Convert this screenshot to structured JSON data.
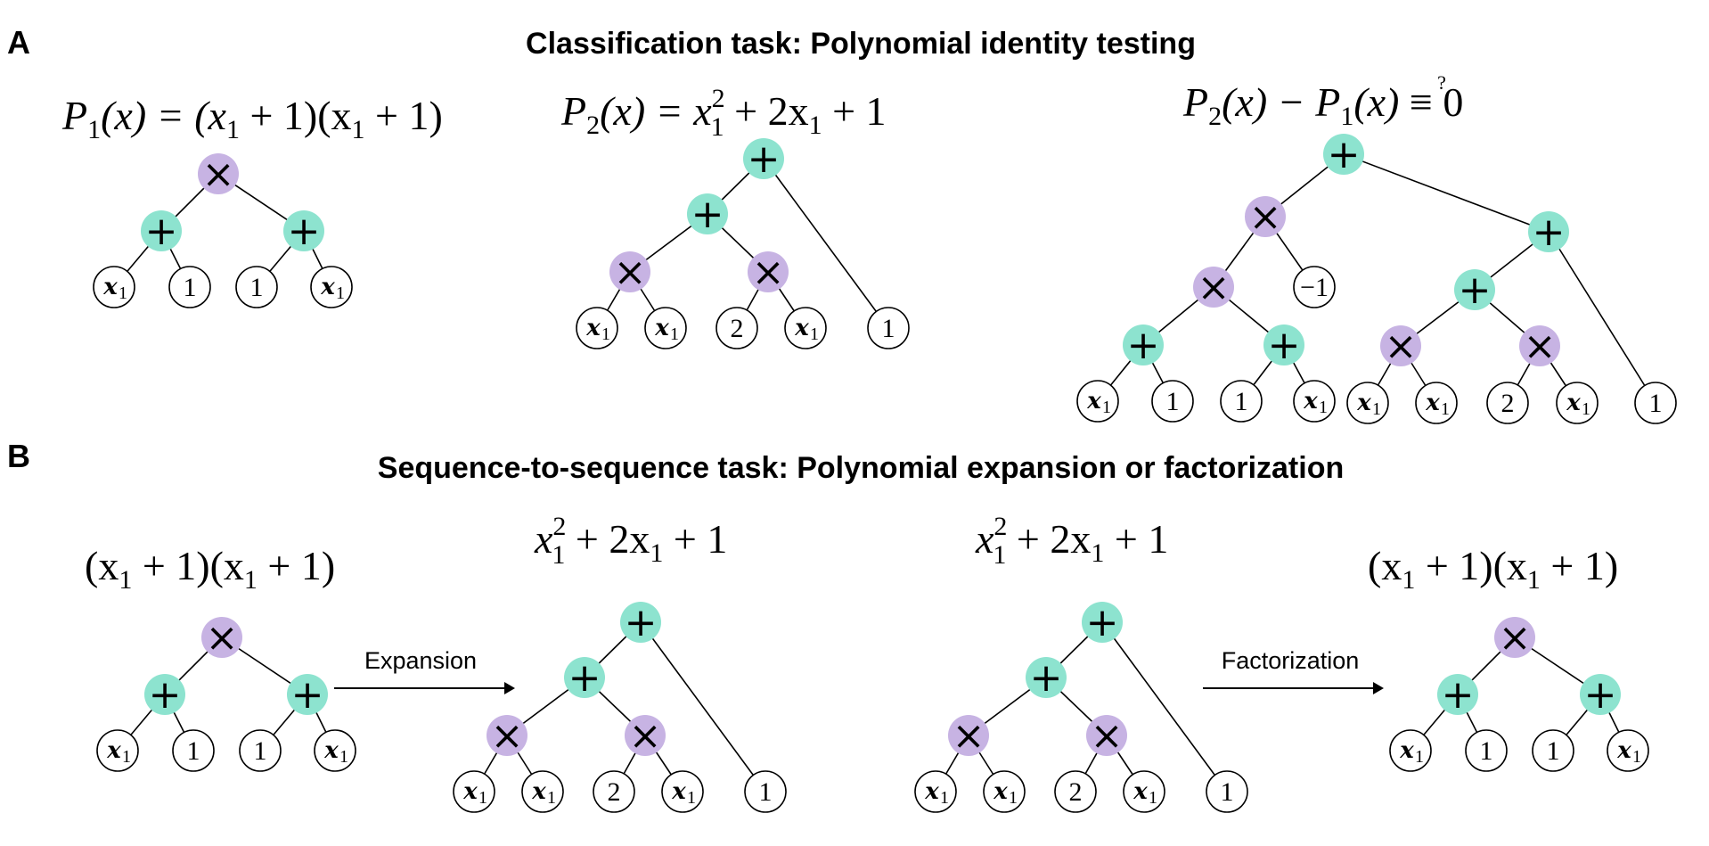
{
  "panelA": {
    "letter": "A",
    "title": "Classification task: Polynomial identity testing",
    "eq1": {
      "name": "P",
      "sub": "1",
      "rest": "(x) = (x",
      "sub2": "1",
      "rest2": " + 1)(x",
      "sub3": "1",
      "rest3": " + 1)"
    },
    "eq2": {
      "name": "P",
      "sub": "2",
      "rest": "(x) = x",
      "sup": "2",
      "sub2": "1",
      "rest2": " + 2x",
      "sub3": "1",
      "rest3": " + 1"
    },
    "eq3": {
      "p2": "P",
      "sub2": "2",
      "mid": "(x) − P",
      "sub1": "1",
      "end": "(x) ",
      "equiv": "≡",
      "q": "?",
      "zero": " 0"
    }
  },
  "panelB": {
    "letter": "B",
    "title": "Sequence-to-sequence task: Polynomial expansion or factorization",
    "eq_factored": {
      "a": "(x",
      "s1": "1",
      "b": " + 1)(x",
      "s2": "1",
      "c": " + 1)"
    },
    "eq_expanded": {
      "a": "x",
      "sup": "2",
      "s1": "1",
      "b": " + 2x",
      "s2": "1",
      "c": " + 1"
    },
    "arrow_expansion": "Expansion",
    "arrow_factorization": "Factorization"
  },
  "nodes": {
    "plus": "+",
    "times": "×",
    "one": "1",
    "two": "2",
    "neg_one": "−1",
    "var": "x",
    "var_sub": "1"
  },
  "colors": {
    "plus_node": "#8de3cf",
    "times_node": "#c7b3e3"
  }
}
